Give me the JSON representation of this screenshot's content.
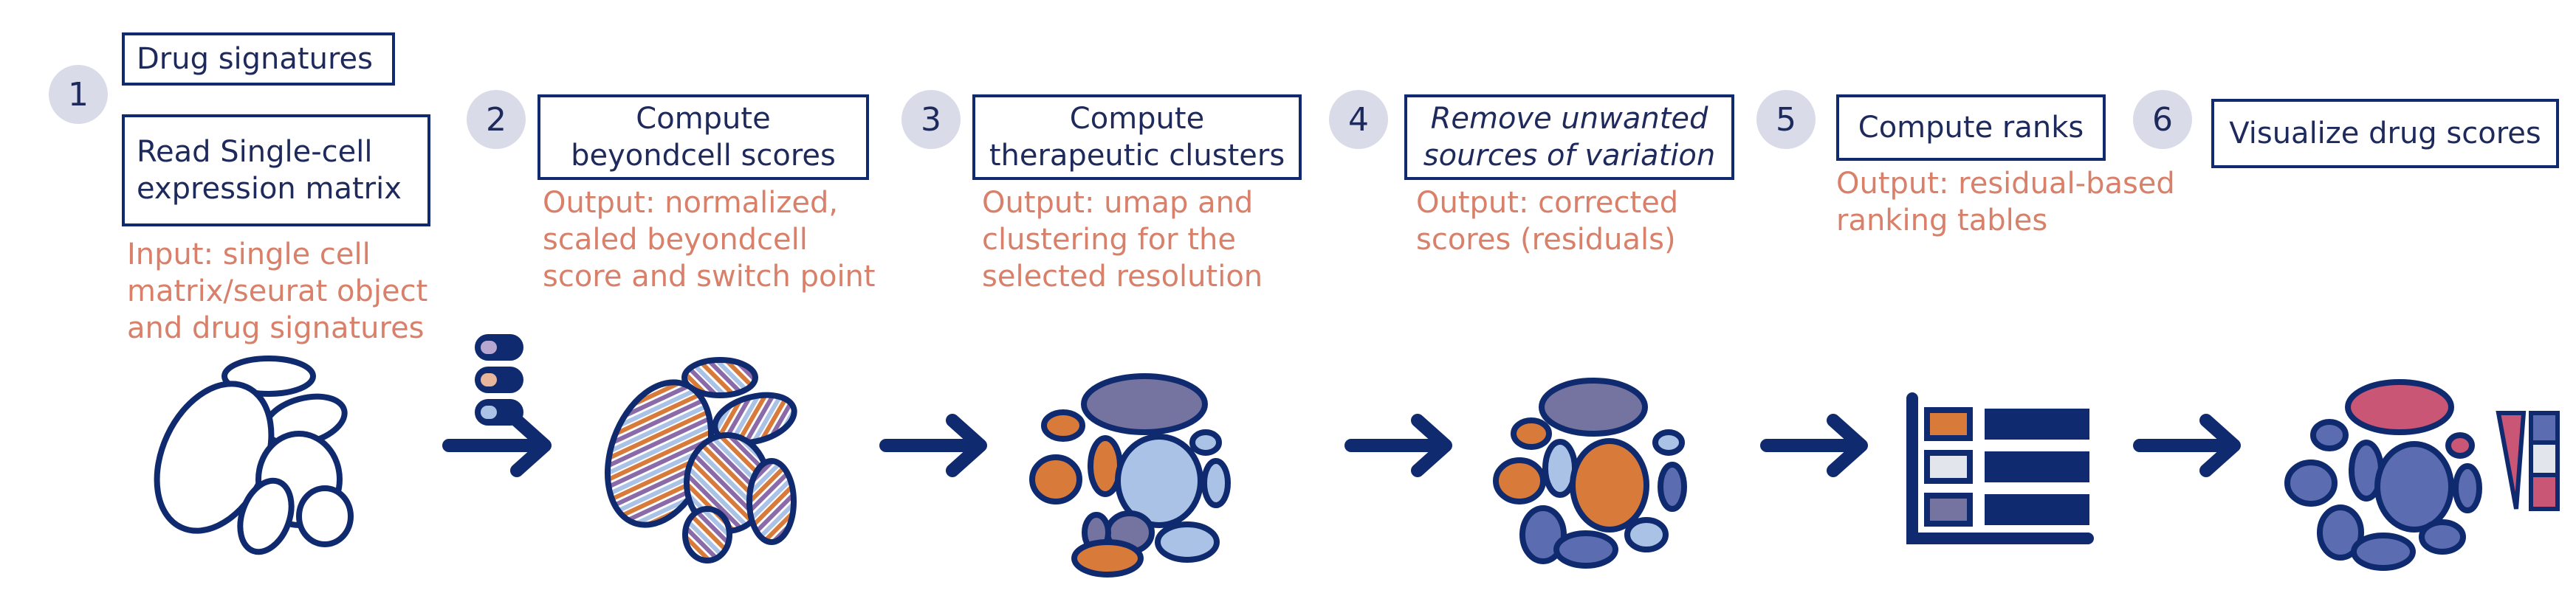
{
  "steps": [
    {
      "number": "1",
      "labels": [
        "Drug signatures",
        "Read Single-cell\nexpression matrix"
      ],
      "note": "Input: single cell\nmatrix/seurat object\nand drug signatures"
    },
    {
      "number": "2",
      "label": "Compute\nbeyondcell scores",
      "note": "Output: normalized,\nscaled beyondcell\nscore and switch point"
    },
    {
      "number": "3",
      "label": "Compute\ntherapeutic clusters",
      "note": "Output: umap and\nclustering for the\nselected resolution"
    },
    {
      "number": "4",
      "label": "Remove unwanted\nsources of variation",
      "note": "Output: corrected\nscores (residuals)"
    },
    {
      "number": "5",
      "label": "Compute ranks",
      "note": "Output: residual-based\nranking tables"
    },
    {
      "number": "6",
      "label": "Visualize drug scores",
      "note": ""
    }
  ],
  "colors": {
    "navy": "#0f2a6e",
    "circle_bg": "#d9dbe9",
    "note": "#d9806a",
    "orange": "#d87a3a",
    "light_blue": "#a9c2e6",
    "purple": "#75739f",
    "mid_blue": "#5b6db0",
    "pink": "#c95674"
  }
}
